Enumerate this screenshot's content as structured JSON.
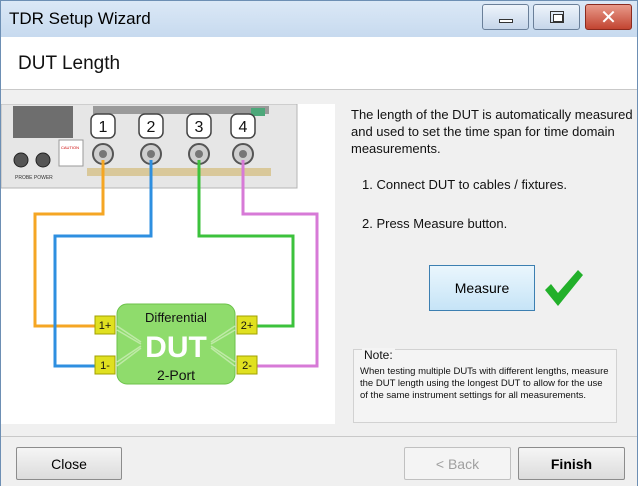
{
  "window": {
    "title": "TDR Setup Wizard"
  },
  "header": {
    "title": "DUT Length"
  },
  "description": "The length of the DUT is automatically measured and used to set the time span for time domain measurements.",
  "steps": [
    "1. Connect DUT to cables / fixtures.",
    "2. Press Measure button."
  ],
  "measure_button": "Measure",
  "note": {
    "title": "Note:",
    "text": "When testing multiple DUTs with different lengths, measure the DUT length using the longest DUT to allow for the use of the same instrument settings for all measurements."
  },
  "diagram": {
    "ports": [
      "1",
      "2",
      "3",
      "4"
    ],
    "panel_label": "PROBE POWER",
    "caution": "CAUTION",
    "dut_title": "Differential",
    "dut_name": "DUT",
    "dut_subtitle": "2-Port",
    "pins": {
      "p1plus": "1+",
      "p1minus": "1-",
      "p2plus": "2+",
      "p2minus": "2-"
    }
  },
  "footer": {
    "close": "Close",
    "back": "< Back",
    "finish": "Finish"
  },
  "colors": {
    "cable1": "#f5a623",
    "cable2": "#2e8fe0",
    "cable3": "#3cc23c",
    "cable4": "#d77ad7",
    "dut": "#8fdc6c",
    "check": "#22b02a"
  }
}
